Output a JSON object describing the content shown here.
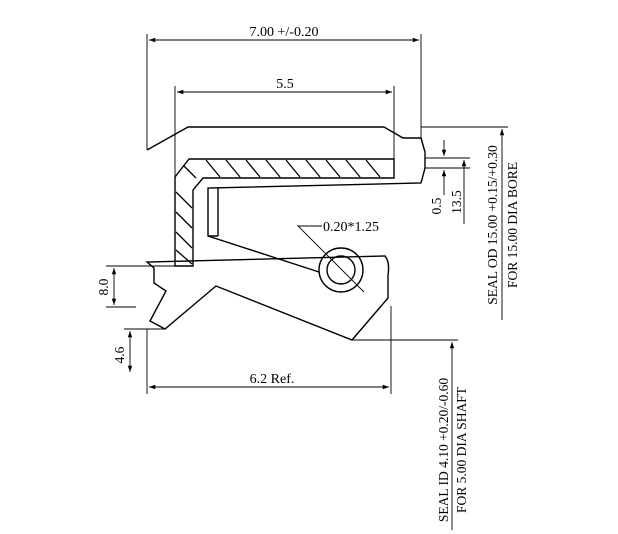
{
  "dimensions": {
    "overall_width": "7.00 +/-0.20",
    "inner_width": "5.5",
    "height_8": "8.0",
    "height_4_6": "4.6",
    "ref_width": "6.2 Ref.",
    "lip_0_5": "0.5",
    "height_13_5": "13.5",
    "spring": "0.20*1.25"
  },
  "notes": {
    "seal_od_line1": "SEAL OD 15.00 +0.15/+0.30",
    "seal_od_line2": "FOR 15.00 DIA BORE",
    "seal_id_line1": "SEAL ID 4.10 +0.20/-0.60",
    "seal_id_line2": "FOR 5.00 DIA SHAFT"
  }
}
